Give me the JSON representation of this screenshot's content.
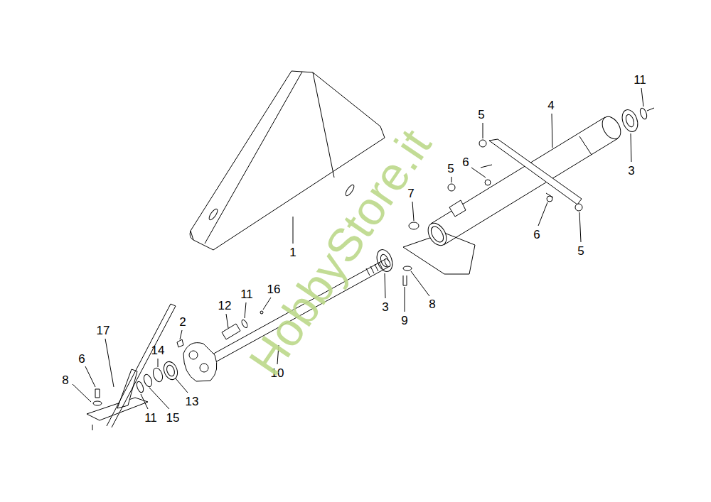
{
  "diagram": {
    "labels": [
      "11",
      "5",
      "4",
      "6",
      "5",
      "7",
      "3",
      "6",
      "5",
      "1",
      "16",
      "11",
      "12",
      "3",
      "8",
      "9",
      "2",
      "17",
      "14",
      "10",
      "6",
      "8",
      "13",
      "11",
      "15",
      "HobbyStore.it"
    ]
  }
}
